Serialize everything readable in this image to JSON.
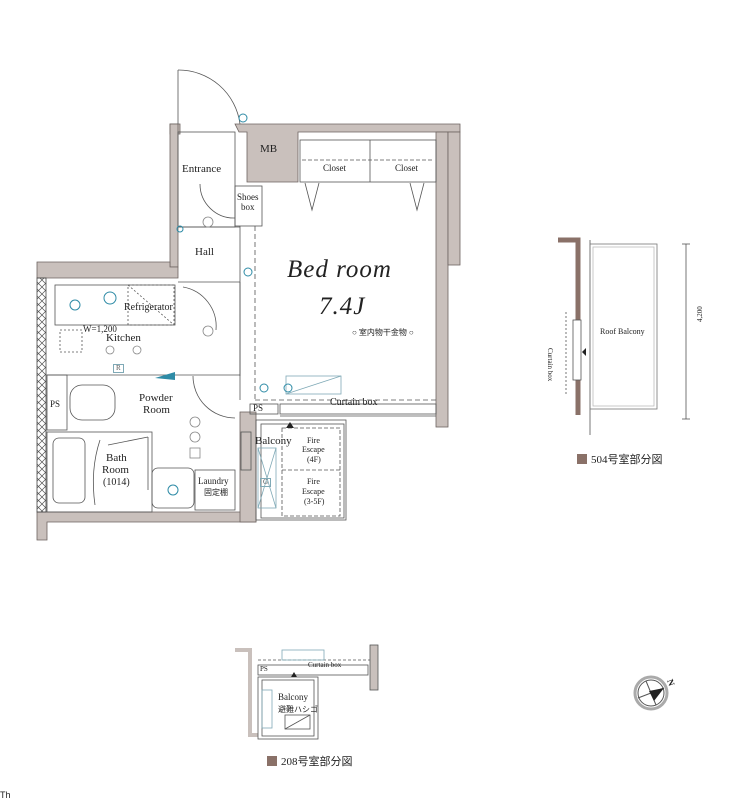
{
  "main_plan": {
    "rooms": {
      "entrance": "Entrance",
      "mb": "MB",
      "shoes_box_line1": "Shoes",
      "shoes_box_line2": "box",
      "hall": "Hall",
      "closet_1": "Closet",
      "closet_2": "Closet",
      "bedroom_title": "Bed room",
      "bedroom_size": "7.4J",
      "bedroom_note": "室内物干金物",
      "refrigerator": "Refrigerator",
      "kitchen_width": "W=1,200",
      "kitchen": "Kitchen",
      "ps_left": "PS",
      "powder_room_line1": "Powder",
      "powder_room_line2": "Room",
      "bath_room_line1": "Bath",
      "bath_room_line2": "Room",
      "bath_room_size": "(1014)",
      "laundry": "Laundry",
      "laundry_note": "固定棚",
      "ps_right": "PS",
      "curtain_box": "Curtain box",
      "balcony": "Balcony",
      "fire_escape_upper_line1": "Fire",
      "fire_escape_upper_line2": "Escape",
      "fire_escape_upper_floor": "(4F)",
      "fire_escape_lower_line1": "Fire",
      "fire_escape_lower_line2": "Escape",
      "fire_escape_lower_floor": "(3-5F)",
      "refrigerator_marker": "R",
      "storage_marker": "G"
    },
    "wall_color": "#c9c0bc",
    "fixture_color": "#2e8ba6"
  },
  "detail_504": {
    "room": "Roof Balcony",
    "curtain_box": "Curtain box",
    "dimension": "4,200",
    "caption": "504号室部分図"
  },
  "detail_208": {
    "curtain_box": "Curtain box",
    "ps": "PS",
    "balcony": "Balcony",
    "note": "避難ハシゴ",
    "caption": "208号室部分図"
  },
  "compass": {
    "north_label": "N"
  },
  "footer": {
    "fragment": "Th"
  }
}
